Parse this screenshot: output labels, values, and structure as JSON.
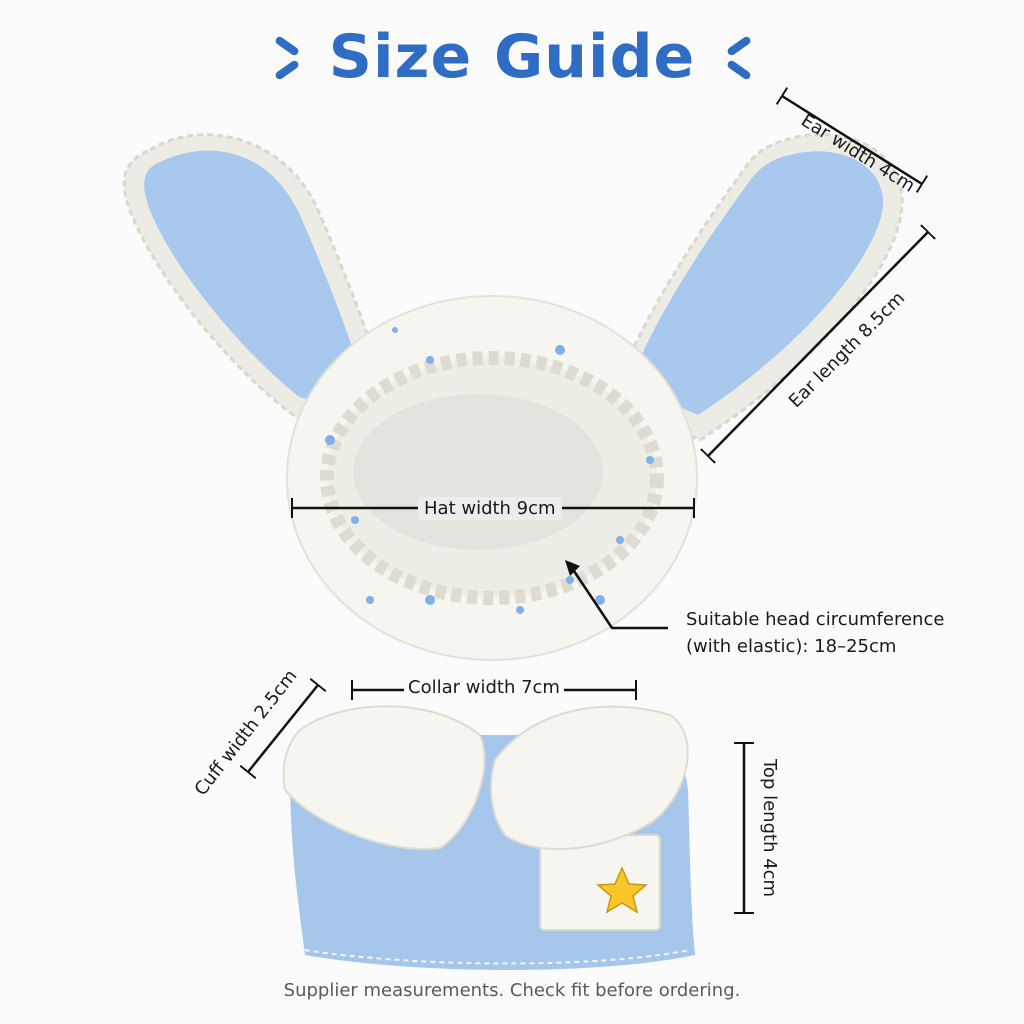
{
  "header": {
    "title": "Size Guide"
  },
  "measurements": {
    "ear_width": "Ear width 4cm",
    "ear_length": "Ear length 8.5cm",
    "hat_width": "Hat width 9cm",
    "head_circumference_line1": "Suitable head circumference",
    "head_circumference_line2": "(with elastic): 18–25cm",
    "collar_width": "Collar width 7cm",
    "cuff_width": "Cuff width 2.5cm",
    "top_length": "Top length 4cm"
  },
  "footer": {
    "note": "Supplier measurements. Check fit before ordering."
  },
  "colors": {
    "title_blue": "#2f6cc4",
    "ear_blue": "#a9c8ee",
    "top_blue": "#a7c6ec",
    "cream": "#f6f5ef",
    "ruffle": "#ecebe4",
    "line": "#111111",
    "footer_text": "#5a5a5a"
  }
}
